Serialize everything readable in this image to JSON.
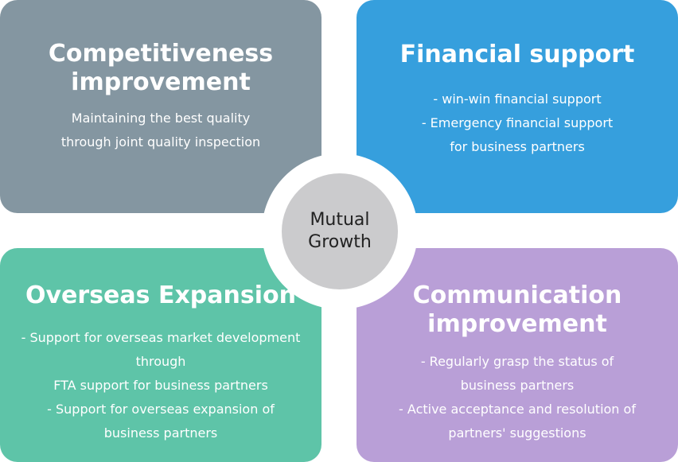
{
  "center": {
    "line1": "Mutual",
    "line2": "Growth"
  },
  "competitiveness": {
    "title": "Competitiveness improvement",
    "lines": [
      "Maintaining the best quality",
      "through joint quality inspection"
    ]
  },
  "financial": {
    "title": "Financial support",
    "lines": [
      "- win-win financial support",
      "- Emergency financial support",
      "for business partners"
    ]
  },
  "overseas": {
    "title": "Overseas Expansion",
    "lines": [
      "- Support for overseas market development",
      "through",
      "FTA support for business partners",
      "- Support for overseas expansion of",
      "business partners"
    ]
  },
  "communication": {
    "title": "Communication improvement",
    "lines": [
      "- Regularly grasp the status of",
      "business partners",
      "- Active acceptance and resolution of",
      "partners' suggestions"
    ]
  },
  "colors": {
    "competitiveness": "#8496a1",
    "financial": "#369fdd",
    "overseas": "#5ec4a8",
    "communication": "#b99fd7",
    "center": "#cbcbcd"
  }
}
